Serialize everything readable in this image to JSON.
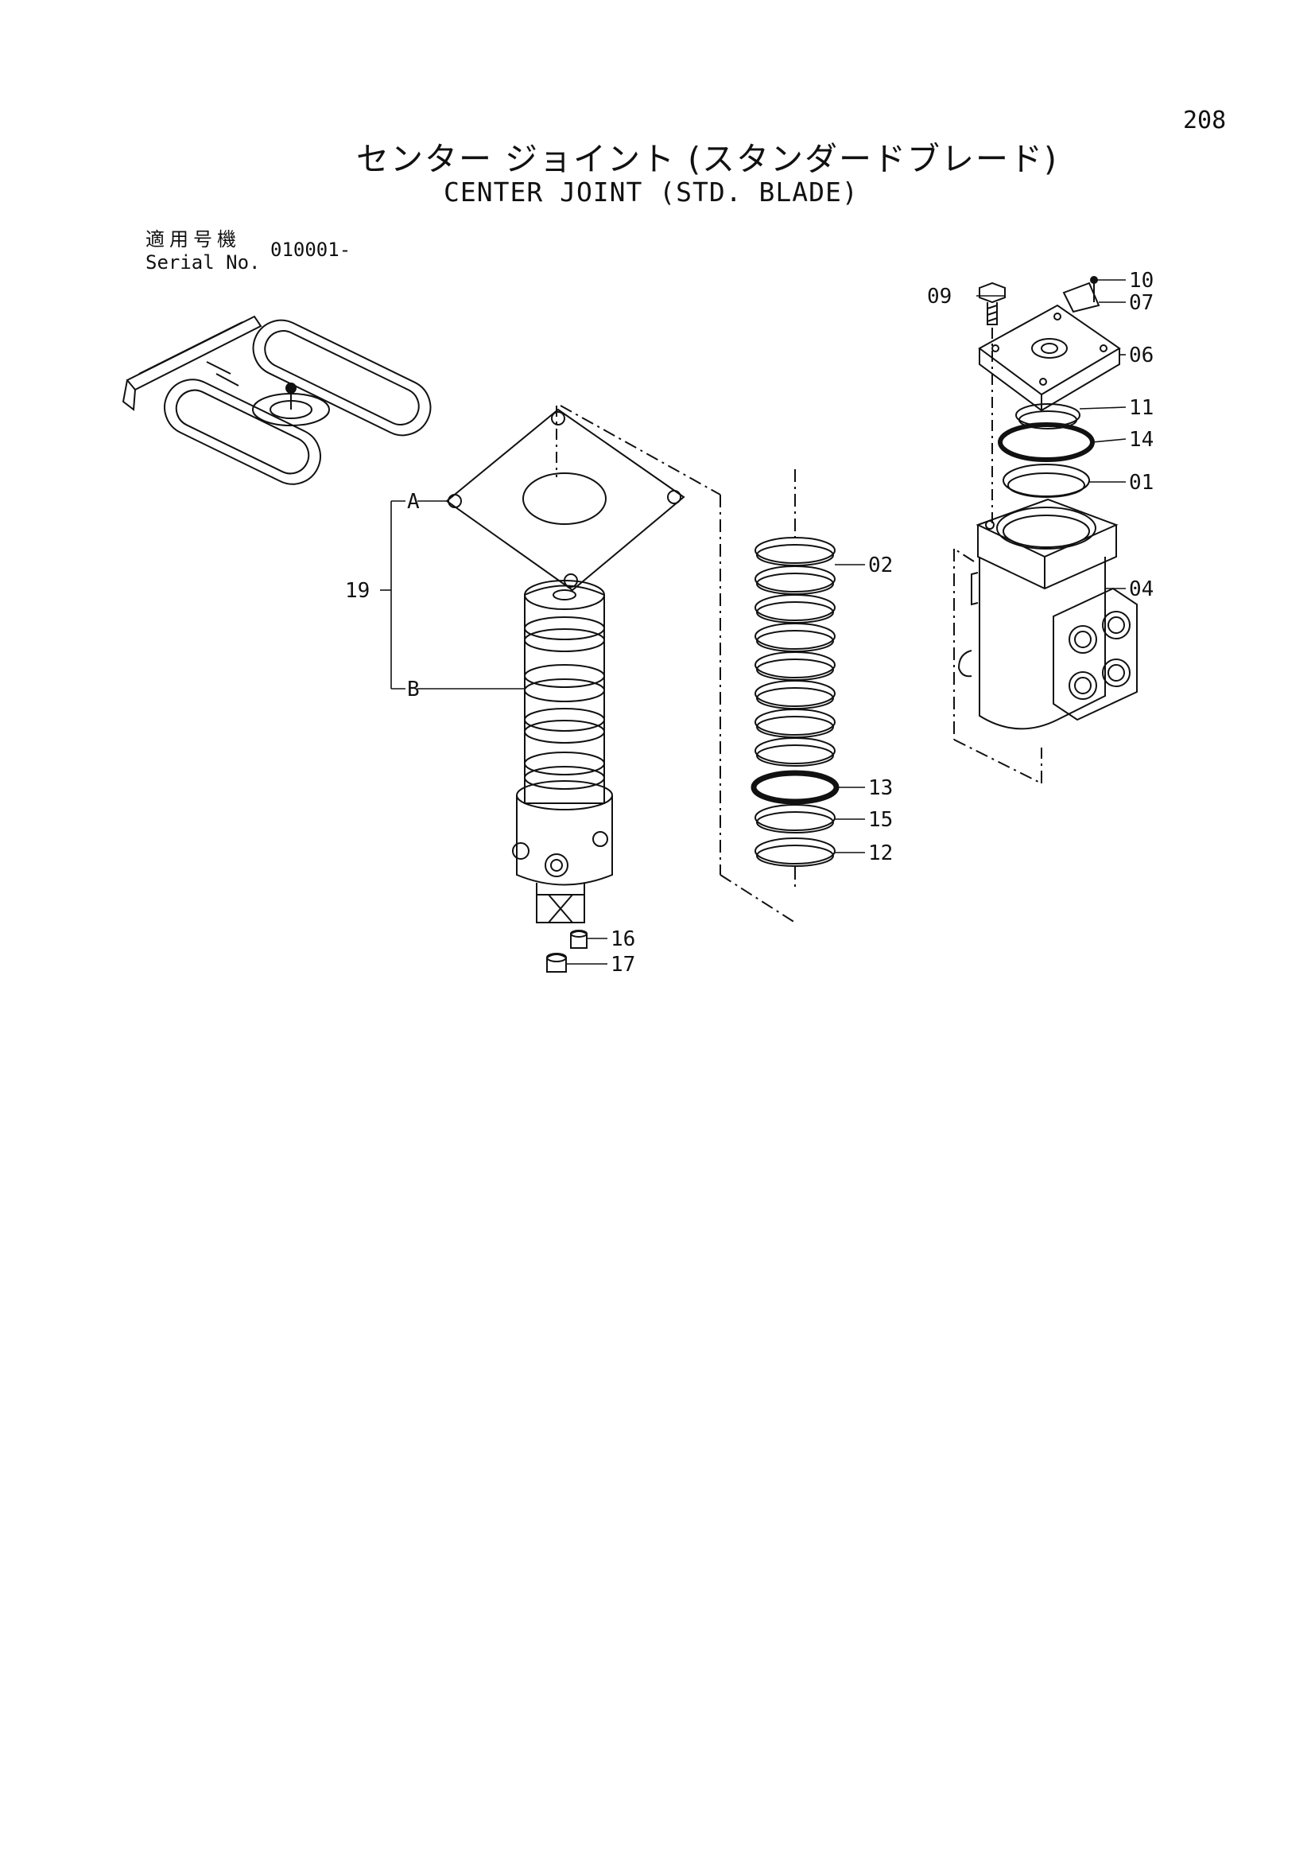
{
  "page_number": "208",
  "title_jp": "センター ジョイント (スタンダードブレード)",
  "title_en": "CENTER JOINT (STD. BLADE)",
  "serial": {
    "label_jp": "適用号機",
    "label_en": "Serial No.",
    "value": "010001-"
  },
  "callouts": {
    "p01": "01",
    "p02": "02",
    "p04": "04",
    "p06": "06",
    "p07": "07",
    "p09": "09",
    "p10": "10",
    "p11": "11",
    "p12": "12",
    "p13": "13",
    "p14": "14",
    "p15": "15",
    "p16": "16",
    "p17": "17",
    "p19": "19",
    "A": "A",
    "B": "B"
  }
}
